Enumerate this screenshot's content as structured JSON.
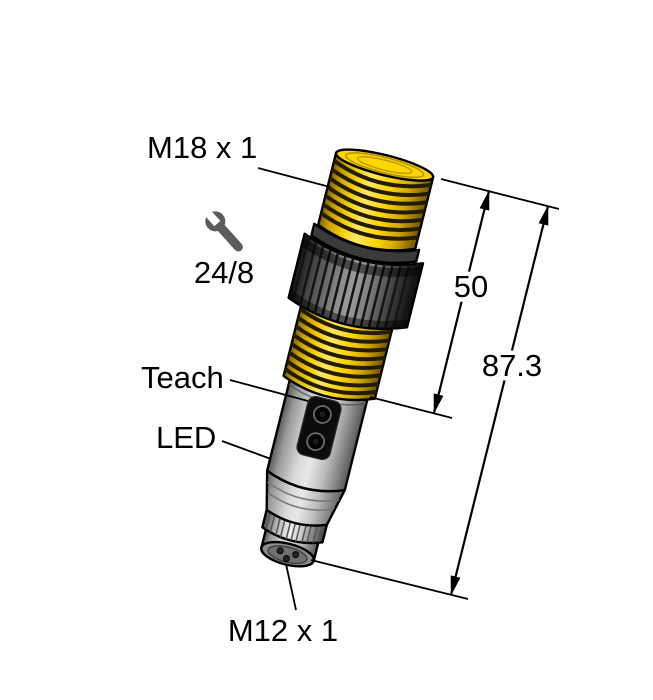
{
  "diagram": {
    "title_hint": "sensor-dimension-drawing",
    "labels": {
      "m18": "M18 x 1",
      "wrench": "24/8",
      "teach": "Teach",
      "led": "LED",
      "m12": "M12 x 1"
    },
    "dimensions": {
      "thread_length": "50",
      "total_length": "87.3"
    },
    "colors": {
      "sensor_yellow": "#ffd500",
      "outline_black": "#000000",
      "body_gray": "#c8c8c8",
      "nut_dark_gray": "#4a4a4a"
    },
    "icons": {
      "wrench": "wrench-icon"
    }
  }
}
